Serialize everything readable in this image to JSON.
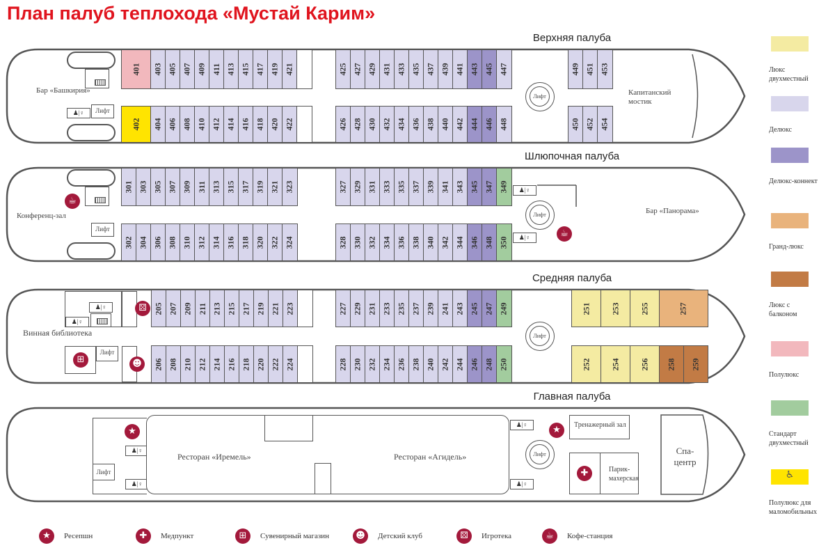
{
  "title": "План палуб теплохода «Мустай Карим»",
  "common": {
    "lift": "Лифт"
  },
  "colors": {
    "luxe": "#f4eba2",
    "deluxe": "#d8d6ec",
    "deluxe_connect": "#9c94c9",
    "grand": "#e9b37c",
    "balcony": "#c27b45",
    "semi": "#f2b8bd",
    "standard": "#a2cc9e",
    "accessible": "#ffe400",
    "empty": "#ffffff",
    "icon": "#a3193b"
  },
  "decks": [
    {
      "name": "Верхняя палуба",
      "labels": {
        "bar": "Бар «Башкирия»",
        "bridge": "Капитанский мостик"
      },
      "blocks": [
        {
          "row": "top",
          "cells": [
            [
              "401",
              "semi",
              2
            ],
            [
              "403",
              "deluxe"
            ],
            [
              "405",
              "deluxe"
            ],
            [
              "407",
              "deluxe"
            ],
            [
              "409",
              "deluxe"
            ],
            [
              "411",
              "deluxe"
            ],
            [
              "413",
              "deluxe"
            ],
            [
              "415",
              "deluxe"
            ],
            [
              "417",
              "deluxe"
            ],
            [
              "419",
              "deluxe"
            ],
            [
              "421",
              "deluxe"
            ],
            [
              "",
              "empty"
            ]
          ]
        },
        {
          "row": "top",
          "cells": [
            [
              "425",
              "deluxe"
            ],
            [
              "427",
              "deluxe"
            ],
            [
              "429",
              "deluxe"
            ],
            [
              "431",
              "deluxe"
            ],
            [
              "433",
              "deluxe"
            ],
            [
              "435",
              "deluxe"
            ],
            [
              "437",
              "deluxe"
            ],
            [
              "439",
              "deluxe"
            ],
            [
              "441",
              "deluxe"
            ],
            [
              "443",
              "deluxe_connect"
            ],
            [
              "445",
              "deluxe_connect"
            ],
            [
              "447",
              "deluxe"
            ]
          ]
        },
        {
          "row": "top",
          "cells": [
            [
              "449",
              "deluxe"
            ],
            [
              "451",
              "deluxe"
            ],
            [
              "453",
              "deluxe"
            ]
          ]
        },
        {
          "row": "bottom",
          "cells": [
            [
              "402",
              "accessible",
              2
            ],
            [
              "404",
              "deluxe"
            ],
            [
              "406",
              "deluxe"
            ],
            [
              "408",
              "deluxe"
            ],
            [
              "410",
              "deluxe"
            ],
            [
              "412",
              "deluxe"
            ],
            [
              "414",
              "deluxe"
            ],
            [
              "416",
              "deluxe"
            ],
            [
              "418",
              "deluxe"
            ],
            [
              "420",
              "deluxe"
            ],
            [
              "422",
              "deluxe"
            ],
            [
              "",
              "empty"
            ]
          ]
        },
        {
          "row": "bottom",
          "cells": [
            [
              "426",
              "deluxe"
            ],
            [
              "428",
              "deluxe"
            ],
            [
              "430",
              "deluxe"
            ],
            [
              "432",
              "deluxe"
            ],
            [
              "434",
              "deluxe"
            ],
            [
              "436",
              "deluxe"
            ],
            [
              "438",
              "deluxe"
            ],
            [
              "440",
              "deluxe"
            ],
            [
              "442",
              "deluxe"
            ],
            [
              "444",
              "deluxe_connect"
            ],
            [
              "446",
              "deluxe_connect"
            ],
            [
              "448",
              "deluxe"
            ]
          ]
        },
        {
          "row": "bottom",
          "cells": [
            [
              "450",
              "deluxe"
            ],
            [
              "452",
              "deluxe"
            ],
            [
              "454",
              "deluxe"
            ]
          ]
        }
      ]
    },
    {
      "name": "Шлюпочная палуба",
      "labels": {
        "conference": "Конференц-зал",
        "bar": "Бар «Панорама»"
      },
      "blocks": [
        {
          "row": "top",
          "cells": [
            [
              "301",
              "deluxe"
            ],
            [
              "303",
              "deluxe"
            ],
            [
              "305",
              "deluxe"
            ],
            [
              "307",
              "deluxe"
            ],
            [
              "309",
              "deluxe"
            ],
            [
              "311",
              "deluxe"
            ],
            [
              "313",
              "deluxe"
            ],
            [
              "315",
              "deluxe"
            ],
            [
              "317",
              "deluxe"
            ],
            [
              "319",
              "deluxe"
            ],
            [
              "321",
              "deluxe"
            ],
            [
              "323",
              "deluxe"
            ]
          ]
        },
        {
          "row": "top",
          "cells": [
            [
              "327",
              "deluxe"
            ],
            [
              "329",
              "deluxe"
            ],
            [
              "331",
              "deluxe"
            ],
            [
              "333",
              "deluxe"
            ],
            [
              "335",
              "deluxe"
            ],
            [
              "337",
              "deluxe"
            ],
            [
              "339",
              "deluxe"
            ],
            [
              "341",
              "deluxe"
            ],
            [
              "343",
              "deluxe"
            ],
            [
              "345",
              "deluxe_connect"
            ],
            [
              "347",
              "deluxe_connect"
            ],
            [
              "349",
              "standard"
            ]
          ]
        },
        {
          "row": "bottom",
          "cells": [
            [
              "302",
              "deluxe"
            ],
            [
              "304",
              "deluxe"
            ],
            [
              "306",
              "deluxe"
            ],
            [
              "308",
              "deluxe"
            ],
            [
              "310",
              "deluxe"
            ],
            [
              "312",
              "deluxe"
            ],
            [
              "314",
              "deluxe"
            ],
            [
              "316",
              "deluxe"
            ],
            [
              "318",
              "deluxe"
            ],
            [
              "320",
              "deluxe"
            ],
            [
              "322",
              "deluxe"
            ],
            [
              "324",
              "deluxe"
            ]
          ]
        },
        {
          "row": "bottom",
          "cells": [
            [
              "328",
              "deluxe"
            ],
            [
              "330",
              "deluxe"
            ],
            [
              "332",
              "deluxe"
            ],
            [
              "334",
              "deluxe"
            ],
            [
              "336",
              "deluxe"
            ],
            [
              "338",
              "deluxe"
            ],
            [
              "340",
              "deluxe"
            ],
            [
              "342",
              "deluxe"
            ],
            [
              "344",
              "deluxe"
            ],
            [
              "346",
              "deluxe_connect"
            ],
            [
              "348",
              "deluxe_connect"
            ],
            [
              "350",
              "standard"
            ]
          ]
        }
      ]
    },
    {
      "name": "Средняя палуба",
      "labels": {
        "wine": "Винная библиотека"
      },
      "blocks": [
        {
          "row": "top",
          "cells": [
            [
              "205",
              "deluxe"
            ],
            [
              "207",
              "deluxe"
            ],
            [
              "209",
              "deluxe"
            ],
            [
              "211",
              "deluxe"
            ],
            [
              "213",
              "deluxe"
            ],
            [
              "215",
              "deluxe"
            ],
            [
              "217",
              "deluxe"
            ],
            [
              "219",
              "deluxe"
            ],
            [
              "221",
              "deluxe"
            ],
            [
              "223",
              "deluxe"
            ],
            [
              "",
              "empty"
            ]
          ]
        },
        {
          "row": "top",
          "cells": [
            [
              "227",
              "deluxe"
            ],
            [
              "229",
              "deluxe"
            ],
            [
              "231",
              "deluxe"
            ],
            [
              "233",
              "deluxe"
            ],
            [
              "235",
              "deluxe"
            ],
            [
              "237",
              "deluxe"
            ],
            [
              "239",
              "deluxe"
            ],
            [
              "241",
              "deluxe"
            ],
            [
              "243",
              "deluxe"
            ],
            [
              "245",
              "deluxe_connect"
            ],
            [
              "247",
              "deluxe_connect"
            ],
            [
              "249",
              "standard"
            ]
          ]
        },
        {
          "row": "top",
          "cells": [
            [
              "251",
              "luxe",
              2
            ],
            [
              "253",
              "luxe",
              2
            ],
            [
              "255",
              "luxe",
              2
            ],
            [
              "257",
              "grand",
              3.3
            ]
          ]
        },
        {
          "row": "bottom",
          "cells": [
            [
              "206",
              "deluxe"
            ],
            [
              "208",
              "deluxe"
            ],
            [
              "210",
              "deluxe"
            ],
            [
              "212",
              "deluxe"
            ],
            [
              "214",
              "deluxe"
            ],
            [
              "216",
              "deluxe"
            ],
            [
              "218",
              "deluxe"
            ],
            [
              "220",
              "deluxe"
            ],
            [
              "222",
              "deluxe"
            ],
            [
              "224",
              "deluxe"
            ],
            [
              "",
              "empty"
            ]
          ]
        },
        {
          "row": "bottom",
          "cells": [
            [
              "228",
              "deluxe"
            ],
            [
              "230",
              "deluxe"
            ],
            [
              "232",
              "deluxe"
            ],
            [
              "234",
              "deluxe"
            ],
            [
              "236",
              "deluxe"
            ],
            [
              "238",
              "deluxe"
            ],
            [
              "240",
              "deluxe"
            ],
            [
              "242",
              "deluxe"
            ],
            [
              "244",
              "deluxe"
            ],
            [
              "246",
              "deluxe_connect"
            ],
            [
              "248",
              "deluxe_connect"
            ],
            [
              "250",
              "standard"
            ]
          ]
        },
        {
          "row": "bottom",
          "cells": [
            [
              "252",
              "luxe",
              2
            ],
            [
              "254",
              "luxe",
              2
            ],
            [
              "256",
              "luxe",
              2
            ],
            [
              "258",
              "balcony",
              1.65
            ],
            [
              "259",
              "balcony",
              1.65
            ]
          ]
        }
      ]
    },
    {
      "name": "Главная палуба",
      "labels": {
        "iremel": "Ресторан «Иремель»",
        "agidel": "Ресторан «Агидель»",
        "gym": "Тренажерный зал",
        "barber": "Парик-махерская",
        "spa": "Спа-центр"
      }
    }
  ],
  "legend": [
    {
      "key": "luxe",
      "label": "Люкс двухместный"
    },
    {
      "key": "deluxe",
      "label": "Делюкс"
    },
    {
      "key": "deluxe_connect",
      "label": "Делюкс-коннект"
    },
    {
      "key": "grand",
      "label": "Гранд-люкс"
    },
    {
      "key": "balcony",
      "label": "Люкс с балконом"
    },
    {
      "key": "semi",
      "label": "Полулюкс"
    },
    {
      "key": "standard",
      "label": "Стандарт двухместный"
    },
    {
      "key": "accessible",
      "label": "Полулюкс для маломобильных",
      "icon": "wheelchair-icon"
    }
  ],
  "services": [
    {
      "icon": "star-icon",
      "label": "Ресепшн"
    },
    {
      "icon": "medical-cross-icon",
      "label": "Медпункт"
    },
    {
      "icon": "gift-icon",
      "label": "Сувенирный магазин"
    },
    {
      "icon": "teddy-bear-icon",
      "label": "Детский клуб"
    },
    {
      "icon": "dice-icon",
      "label": "Игротека"
    },
    {
      "icon": "coffee-cup-icon",
      "label": "Кофе-станция"
    }
  ]
}
